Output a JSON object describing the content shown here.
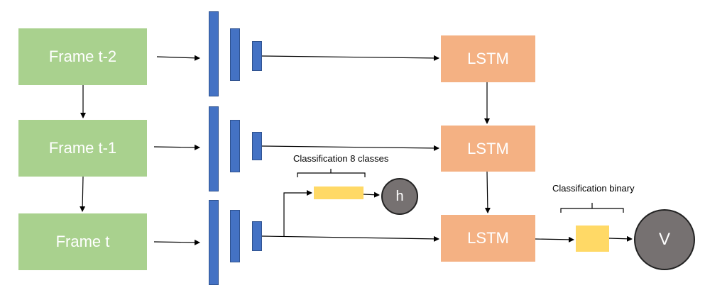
{
  "frames": {
    "t_minus_2": "Frame t-2",
    "t_minus_1": "Frame t-1",
    "t": "Frame t"
  },
  "lstm": {
    "top": "LSTM",
    "middle": "LSTM",
    "bottom": "LSTM"
  },
  "labels": {
    "classification_8": "Classification 8 classes",
    "classification_binary": "Classification binary"
  },
  "outputs": {
    "h": "h",
    "v": "V"
  },
  "colors": {
    "frame": "#a9d18e",
    "lstm": "#f4b183",
    "cnn_bar": "#4472c4",
    "classifier": "#ffd966",
    "output_circle": "#767171"
  }
}
